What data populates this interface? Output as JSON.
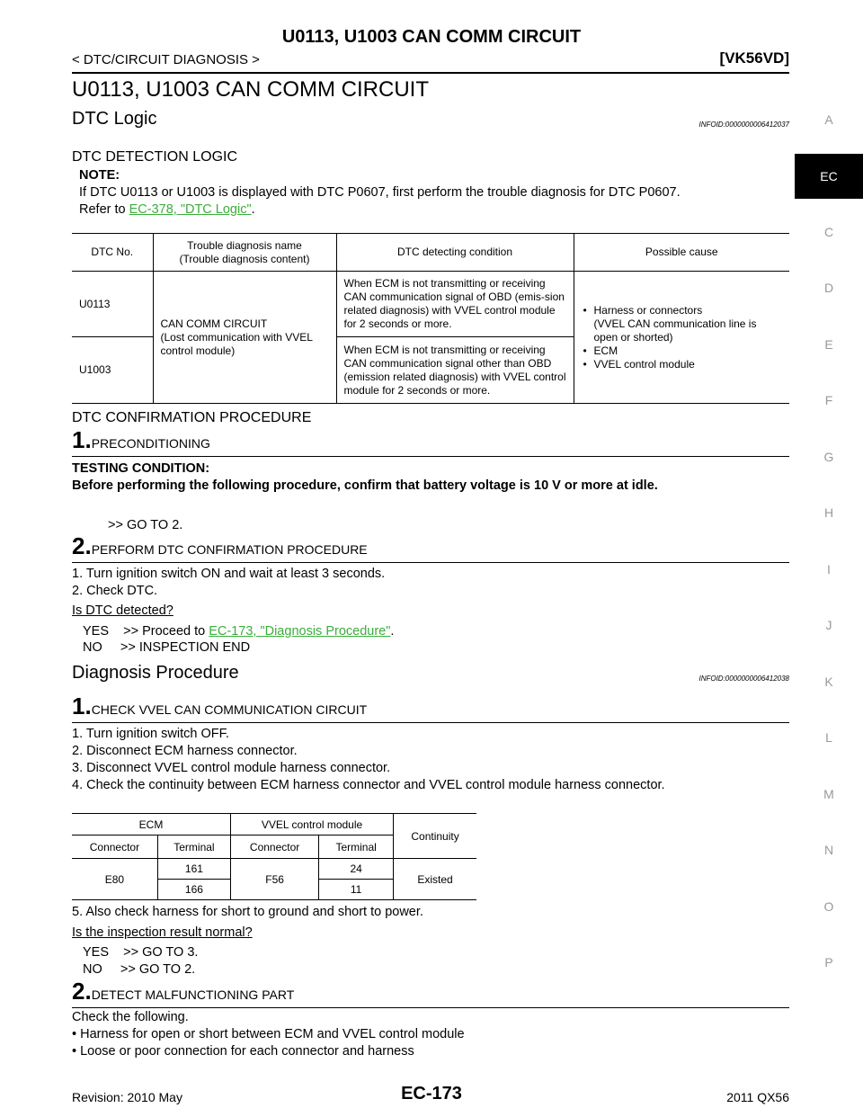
{
  "header": {
    "title": "U0113, U1003 CAN COMM CIRCUIT",
    "breadcrumb": "< DTC/CIRCUIT DIAGNOSIS >",
    "engine": "[VK56VD]"
  },
  "sidebar": [
    "A",
    "EC",
    "C",
    "D",
    "E",
    "F",
    "G",
    "H",
    "I",
    "J",
    "K",
    "L",
    "M",
    "N",
    "O",
    "P"
  ],
  "main_title": "U0113, U1003 CAN COMM CIRCUIT",
  "dtc_logic": {
    "title": "DTC Logic",
    "infoid": "INFOID:0000000006412037",
    "detection_heading": "DTC DETECTION LOGIC",
    "note_label": "NOTE:",
    "note_text": "If DTC U0113 or U1003 is displayed with DTC P0607, first perform the trouble diagnosis for DTC P0607.",
    "refer_prefix": "Refer to ",
    "refer_link": "EC-378, \"DTC Logic\"",
    "refer_suffix": "."
  },
  "dtc_table": {
    "headers": [
      "DTC No.",
      "Trouble diagnosis name\n(Trouble diagnosis content)",
      "DTC detecting condition",
      "Possible cause"
    ],
    "row1_dtc": "U0113",
    "row2_dtc": "U1003",
    "name": "CAN COMM CIRCUIT\n(Lost communication with VVEL control module)",
    "cond1": "When ECM is not transmitting or receiving CAN communication signal of OBD (emis-sion related diagnosis) with VVEL control module for 2 seconds or more.",
    "cond2": "When ECM is not transmitting or receiving CAN communication signal other than OBD (emission related diagnosis) with VVEL control module for 2 seconds or more.",
    "causes": [
      "Harness or connectors\n(VVEL CAN communication line is open or shorted)",
      "ECM",
      "VVEL control module"
    ]
  },
  "confirmation": {
    "heading": "DTC CONFIRMATION PROCEDURE",
    "step1_num": "1.",
    "step1_label": "PRECONDITIONING",
    "testing_label": "TESTING CONDITION:",
    "testing_text": "Before performing the following procedure, confirm that battery voltage is 10 V or more at idle.",
    "goto": ">> GO TO 2.",
    "step2_num": "2.",
    "step2_label": "PERFORM DTC CONFIRMATION PROCEDURE",
    "items": [
      "1. Turn ignition switch ON and wait at least 3 seconds.",
      "2. Check DTC."
    ],
    "question": "Is DTC detected?",
    "yes_prefix": "YES    >> Proceed to ",
    "yes_link": "EC-173, \"Diagnosis Procedure\"",
    "yes_suffix": ".",
    "no": "NO     >> INSPECTION END"
  },
  "diagnosis": {
    "title": "Diagnosis Procedure",
    "infoid": "INFOID:0000000006412038",
    "step1_num": "1.",
    "step1_label": "CHECK VVEL CAN COMMUNICATION CIRCUIT",
    "items": [
      "1. Turn ignition switch OFF.",
      "2. Disconnect ECM harness connector.",
      "3. Disconnect VVEL control module harness connector.",
      "4. Check the continuity between ECM harness connector and VVEL control module harness connector."
    ],
    "table": {
      "ecm": "ECM",
      "vvel": "VVEL control module",
      "continuity": "Continuity",
      "connector": "Connector",
      "terminal": "Terminal",
      "ecm_conn": "E80",
      "vvel_conn": "F56",
      "rows": [
        [
          "161",
          "24"
        ],
        [
          "166",
          "11"
        ]
      ],
      "result": "Existed"
    },
    "item5": "5. Also check harness for short to ground and short to power.",
    "question": "Is the inspection result normal?",
    "yes": "YES    >> GO TO 3.",
    "no": "NO     >> GO TO 2.",
    "step2_num": "2.",
    "step2_label": "DETECT MALFUNCTIONING PART",
    "check": "Check the following.",
    "bullets": [
      "Harness for open or short between ECM and VVEL control module",
      "Loose or poor connection for each connector and harness"
    ]
  },
  "footer": {
    "revision": "Revision: 2010 May",
    "page": "EC-173",
    "model": "2011 QX56"
  }
}
